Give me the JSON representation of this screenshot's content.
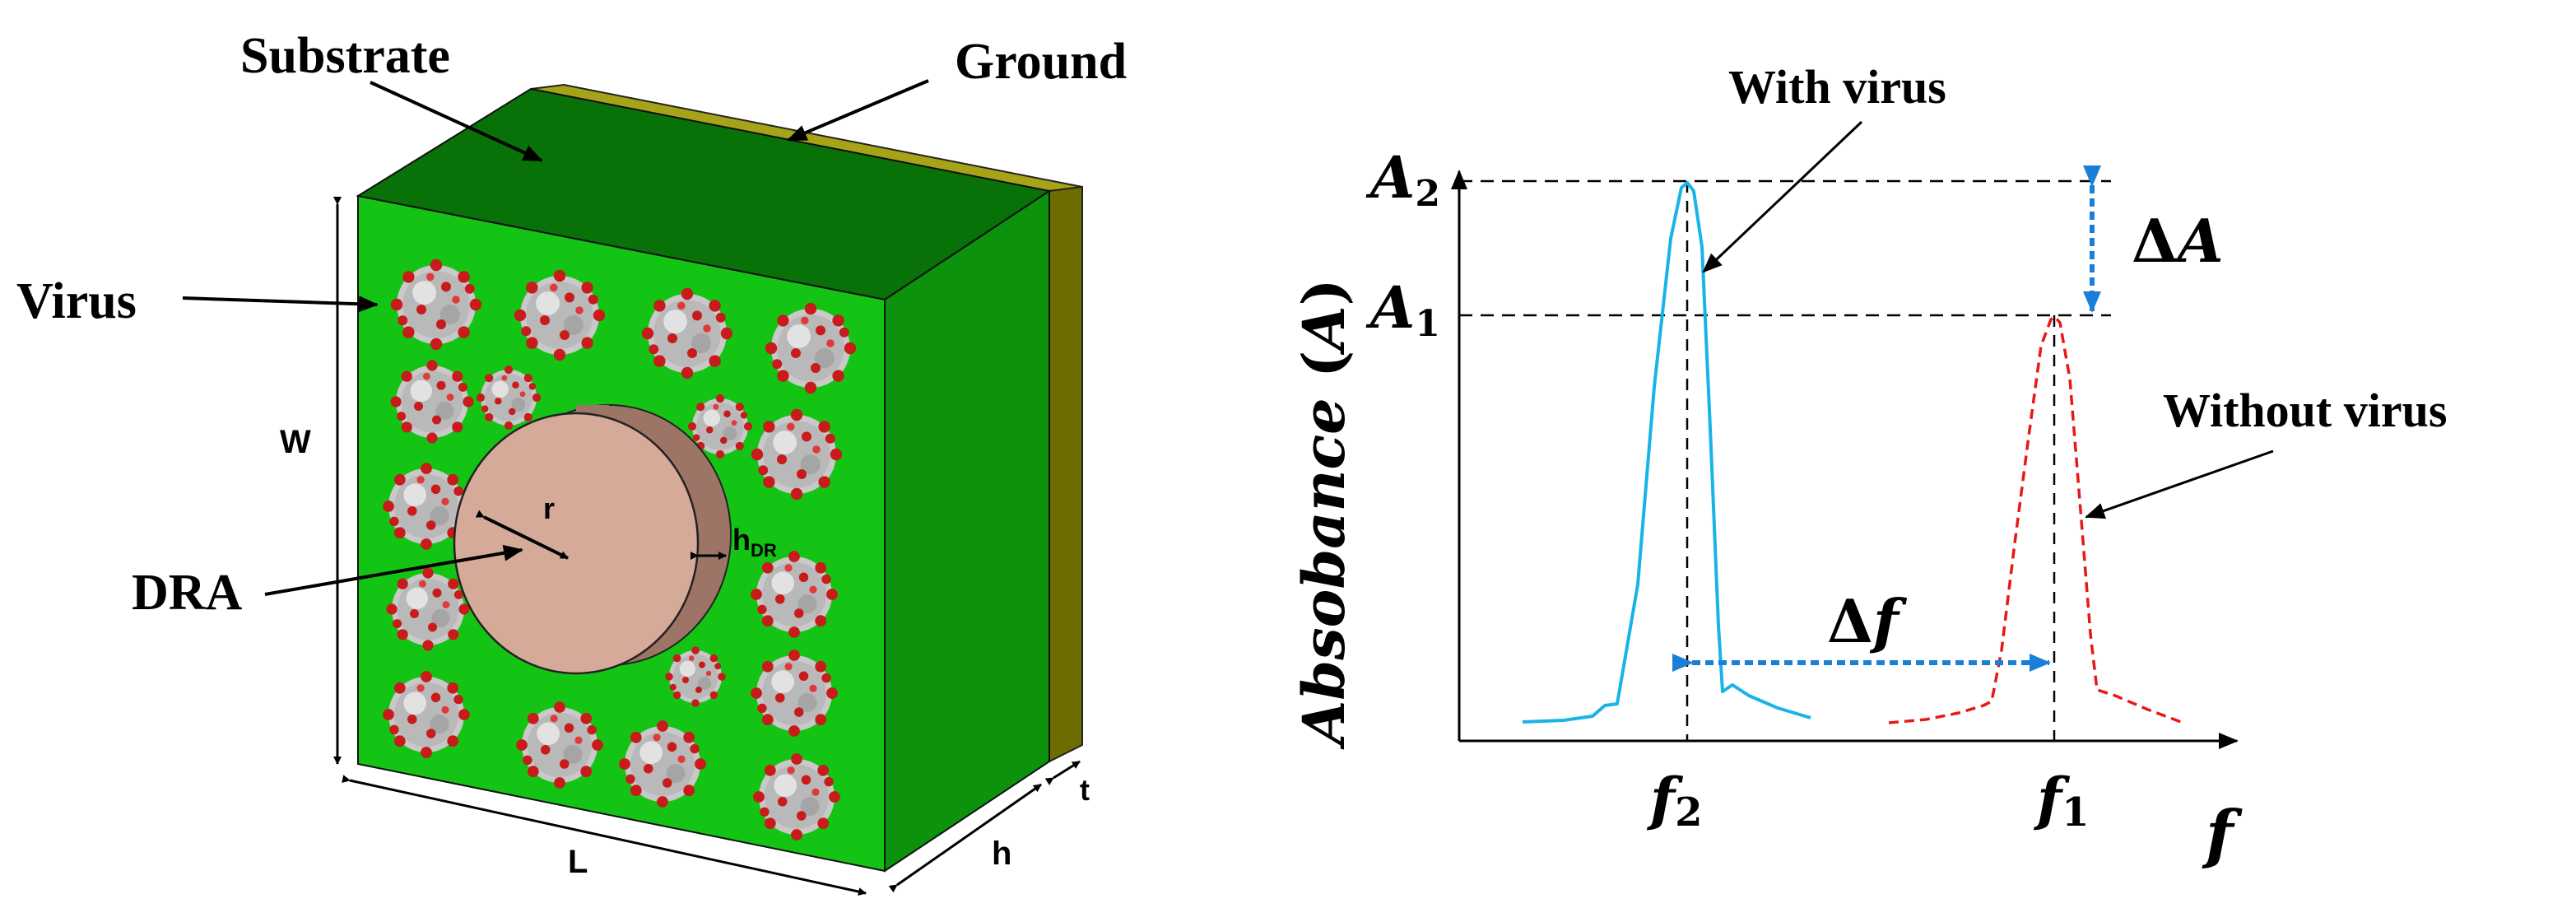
{
  "colors": {
    "substrate_front": "#14c414",
    "substrate_top": "#087208",
    "substrate_side": "#0c920c",
    "ground": "#8a8a00",
    "ground_top": "#a6a318",
    "ground_side": "#6e6e00",
    "dra_top": "#d5aa98",
    "dra_side": "#9c7567",
    "virus_body": "#c9c9c9",
    "virus_spike": "#c81b1b",
    "with_virus_curve": "#18b4e8",
    "without_virus_curve": "#e81818",
    "delta_arrow": "#1a7fd8"
  },
  "antenna": {
    "labels": {
      "substrate": "Substrate",
      "ground": "Ground",
      "virus": "Virus",
      "dra": "DRA"
    },
    "dimensions": {
      "width": "W",
      "length": "L",
      "height": "h",
      "thickness": "t",
      "radius": "r",
      "dra_height_base": "h",
      "dra_height_sub": "DR"
    },
    "icons": [
      "virus-particle-icon"
    ]
  },
  "plot": {
    "ylabel_text": "Absobance",
    "ylabel_var": "A",
    "xlabel_var": "f",
    "markers": {
      "a2_base": "A",
      "a2_sub": "2",
      "a1_base": "A",
      "a1_sub": "1",
      "f2_base": "f",
      "f2_sub": "2",
      "f1_base": "f",
      "f1_sub": "1",
      "delta_a_symbol": "Δ",
      "delta_a_var": "A",
      "delta_f_symbol": "Δ",
      "delta_f_var": "f"
    },
    "annotations": {
      "with_virus": "With virus",
      "without_virus": "Without virus"
    }
  }
}
